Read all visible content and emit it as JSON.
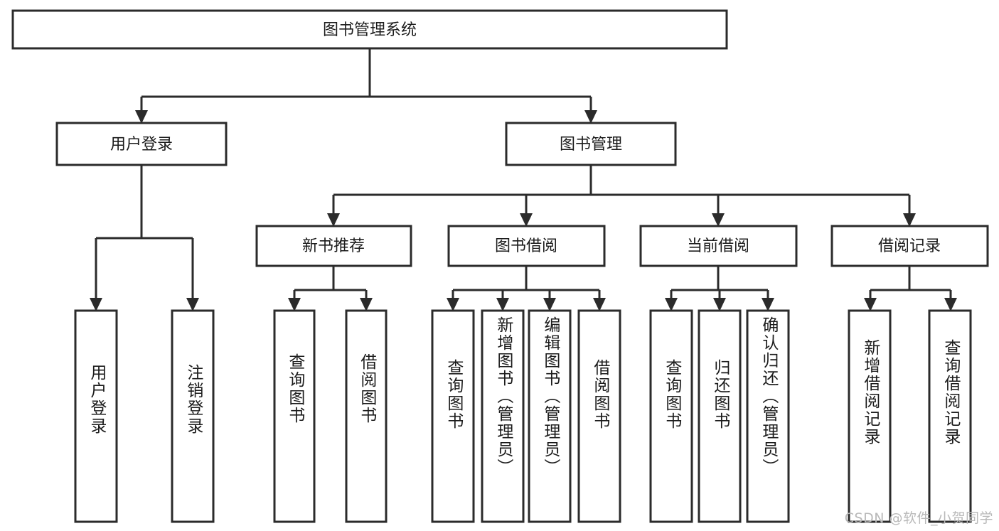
{
  "diagram": {
    "type": "tree",
    "title": "图书管理系统",
    "watermark": "CSDN @软件_小贺同学",
    "root": {
      "id": "root",
      "label": "图书管理系统"
    },
    "level2": [
      {
        "id": "user-login",
        "label": "用户登录"
      },
      {
        "id": "book-manage",
        "label": "图书管理"
      }
    ],
    "level3": [
      {
        "id": "new-book-recommend",
        "label": "新书推荐",
        "parent": "book-manage"
      },
      {
        "id": "book-borrow",
        "label": "图书借阅",
        "parent": "book-manage"
      },
      {
        "id": "current-borrow",
        "label": "当前借阅",
        "parent": "book-manage"
      },
      {
        "id": "borrow-record",
        "label": "借阅记录",
        "parent": "book-manage"
      }
    ],
    "leaves": [
      {
        "id": "leaf-user-login",
        "label": "用户登录",
        "parent": "user-login"
      },
      {
        "id": "leaf-logout-login",
        "label": "注销登录",
        "parent": "user-login"
      },
      {
        "id": "leaf-query-book-1",
        "label": "查询图书",
        "parent": "new-book-recommend"
      },
      {
        "id": "leaf-borrow-book-1",
        "label": "借阅图书",
        "parent": "new-book-recommend"
      },
      {
        "id": "leaf-query-book-2",
        "label": "查询图书",
        "parent": "book-borrow"
      },
      {
        "id": "leaf-add-book",
        "label": "新增图书（管理员）",
        "parent": "book-borrow"
      },
      {
        "id": "leaf-edit-book",
        "label": "编辑图书（管理员）",
        "parent": "book-borrow"
      },
      {
        "id": "leaf-borrow-book-2",
        "label": "借阅图书",
        "parent": "book-borrow"
      },
      {
        "id": "leaf-query-book-3",
        "label": "查询图书",
        "parent": "current-borrow"
      },
      {
        "id": "leaf-return-book",
        "label": "归还图书",
        "parent": "current-borrow"
      },
      {
        "id": "leaf-confirm-return",
        "label": "确认归还（管理员）",
        "parent": "current-borrow"
      },
      {
        "id": "leaf-add-record",
        "label": "新增借阅记录",
        "parent": "borrow-record"
      },
      {
        "id": "leaf-query-record",
        "label": "查询借阅记录",
        "parent": "borrow-record"
      }
    ],
    "colors": {
      "stroke": "#2b2b2b",
      "fill": "#ffffff",
      "text": "#1c1c1c",
      "watermark": "#b9b9b9"
    }
  }
}
